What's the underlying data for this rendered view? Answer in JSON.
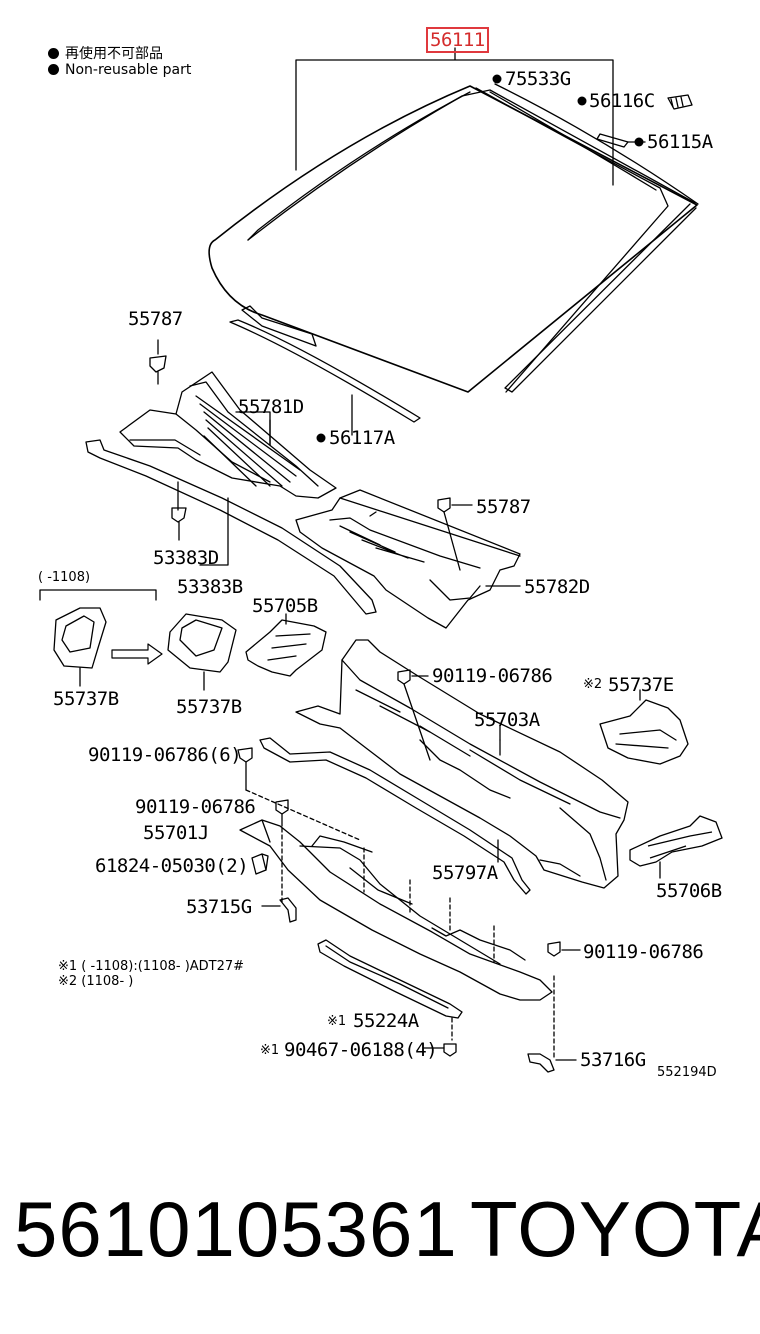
{
  "legend": {
    "line1": "再使用不可部品",
    "line2": "Non-reusable part"
  },
  "callouts": {
    "c56111": "56111",
    "c75533G": "75533G",
    "c56116C": "56116C",
    "c56115A": "56115A",
    "c55787a": "55787",
    "c55781D": "55781D",
    "c56117A": "56117A",
    "c55787b": "55787",
    "c53383D": "53383D",
    "c53383B": "53383B",
    "c55782D": "55782D",
    "range1108": "(    -1108)",
    "c55737Ba": "55737B",
    "c55737Bb": "55737B",
    "c55705B": "55705B",
    "c90119a": "90119-06786",
    "c55737E": "55737E",
    "mark2a": "※2",
    "c55703A": "55703A",
    "c90119b": "90119-06786(6)",
    "c90119c": "90119-06786",
    "c55701J": "55701J",
    "c61824": "61824-05030(2)",
    "c55797A": "55797A",
    "c55706B": "55706B",
    "c53715G": "53715G",
    "c90119d": "90119-06786",
    "note1": "※1 (     -1108):(1108-      )ADT27#",
    "note2": "※2 (1108-      )",
    "mark1a": "※1",
    "c55224A": "55224A",
    "mark1b": "※1",
    "c90467": "90467-06188(4)",
    "c53716G": "53716G",
    "diagram_code": "552194D"
  },
  "footer": {
    "part_number": "5610105361",
    "brand": "TOYOTA"
  },
  "colors": {
    "highlight": "#e0393e"
  }
}
